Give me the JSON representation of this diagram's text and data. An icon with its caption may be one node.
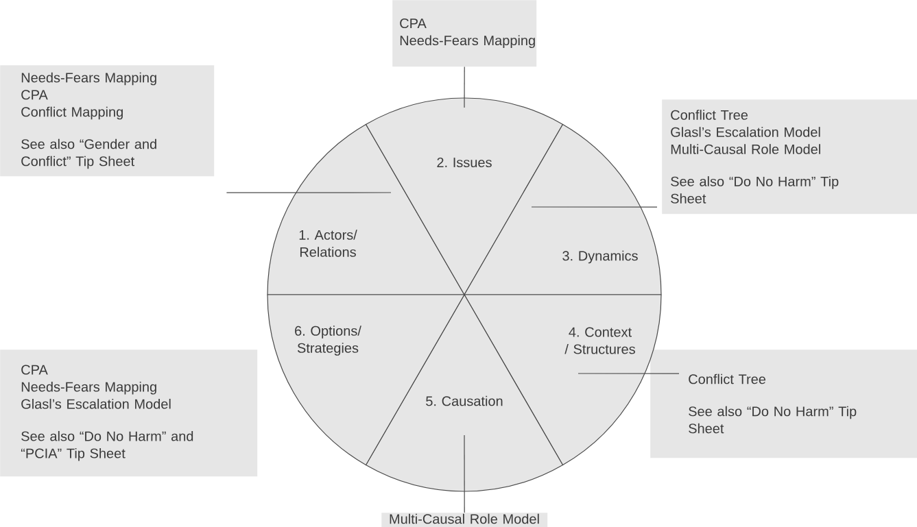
{
  "diagram": {
    "nodes": [
      {
        "text": [
          "CPA",
          "Needs-Fears Mapping"
        ]
      },
      {
        "text": [
          "Needs-Fears Mapping",
          "CPA",
          "Conflict Mapping",
          "See also “Gender and Conflict” Tip Sheet"
        ]
      },
      {
        "text": [
          "Conflict Tree",
          "Glasl’s Escalation Model",
          "Multi-Causal Role Model",
          "See also “Do No Harm” Tip Sheet"
        ]
      },
      {
        "text": [
          "CPA",
          "Needs-Fears Mapping",
          "Glasl’s Escalation Model",
          "See also “Do No Harm” and “PCIA” Tip Sheet"
        ]
      },
      {
        "text": [
          "Conflict Tree",
          "See also “Do No Harm” Tip Sheet"
        ]
      },
      {
        "text": [
          "Multi-Causal Role Model"
        ]
      },
      {
        "text": [
          "1. Actors/ Relations"
        ]
      },
      {
        "text": [
          "2. Issues"
        ]
      },
      {
        "text": [
          "3. Dynamics"
        ]
      },
      {
        "text": [
          "4. Context / Structures"
        ]
      },
      {
        "text": [
          "5. Causation"
        ]
      },
      {
        "text": [
          "6. Options/ Strategies"
        ]
      }
    ],
    "edges": [
      {
        "from": 0,
        "to": 7,
        "arrow": "none"
      },
      {
        "from": 1,
        "to": 6,
        "arrow": "none"
      },
      {
        "from": 2,
        "to": 8,
        "arrow": "none"
      },
      {
        "from": 4,
        "to": 9,
        "arrow": "none"
      },
      {
        "from": 5,
        "to": 10,
        "arrow": "none"
      }
    ]
  }
}
